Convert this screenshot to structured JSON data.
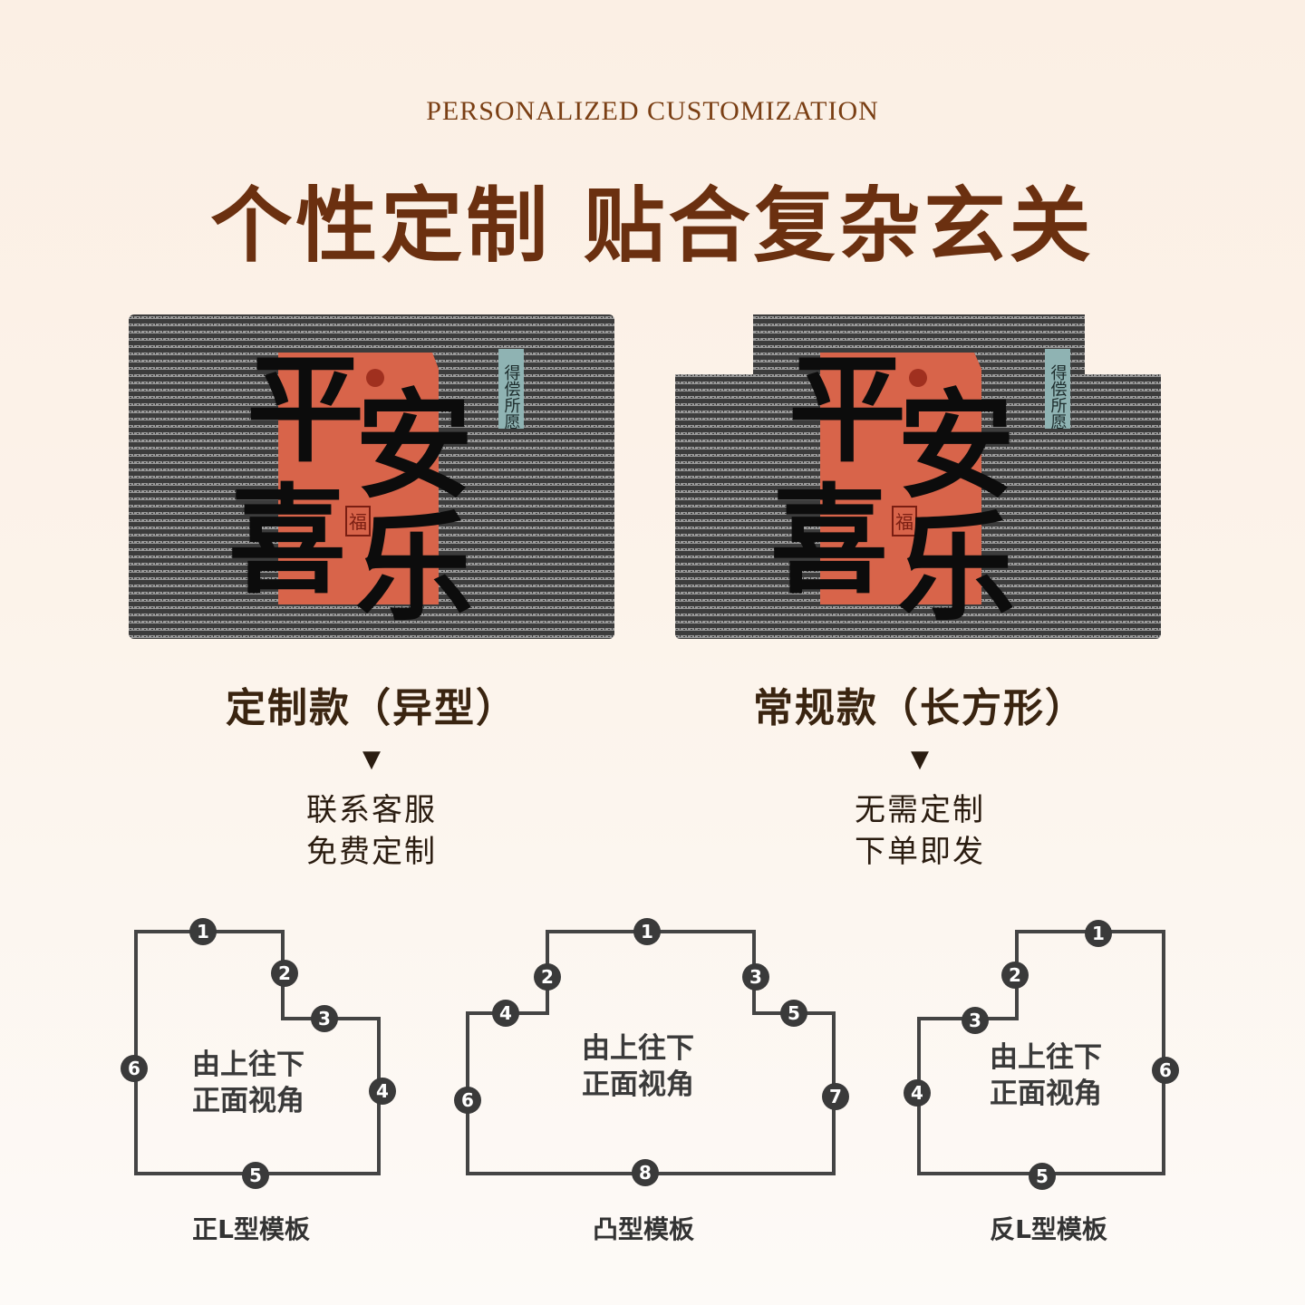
{
  "header": {
    "eyebrow": "PERSONALIZED CUSTOMIZATION",
    "headline": "个性定制 贴合复杂玄关"
  },
  "mat_artwork": {
    "characters": [
      "平",
      "安",
      "喜",
      "乐"
    ],
    "side_tag": "得偿所愿",
    "seal_char": "福",
    "colors": {
      "panel": "#d8644a",
      "tag": "#8fb3b3",
      "ink": "#0c0c0c",
      "mat_base": "#3c3c3c",
      "mat_stripe": "#9a9a9a"
    }
  },
  "variants": [
    {
      "title": "定制款（异型）",
      "arrow": "▼",
      "lines": [
        "联系客服",
        "免费定制"
      ]
    },
    {
      "title": "常规款（长方形）",
      "arrow": "▼",
      "lines": [
        "无需定制",
        "下单即发"
      ]
    }
  ],
  "templates": [
    {
      "caption": "正L型模板",
      "center_lines": [
        "由上往下",
        "正面视角"
      ],
      "markers": [
        "1",
        "2",
        "3",
        "4",
        "5",
        "6"
      ]
    },
    {
      "caption": "凸型模板",
      "center_lines": [
        "由上往下",
        "正面视角"
      ],
      "markers": [
        "1",
        "2",
        "3",
        "4",
        "5",
        "6",
        "7",
        "8"
      ]
    },
    {
      "caption": "反L型模板",
      "center_lines": [
        "由上往下",
        "正面视角"
      ],
      "markers": [
        "1",
        "2",
        "3",
        "4",
        "5",
        "6"
      ]
    }
  ]
}
